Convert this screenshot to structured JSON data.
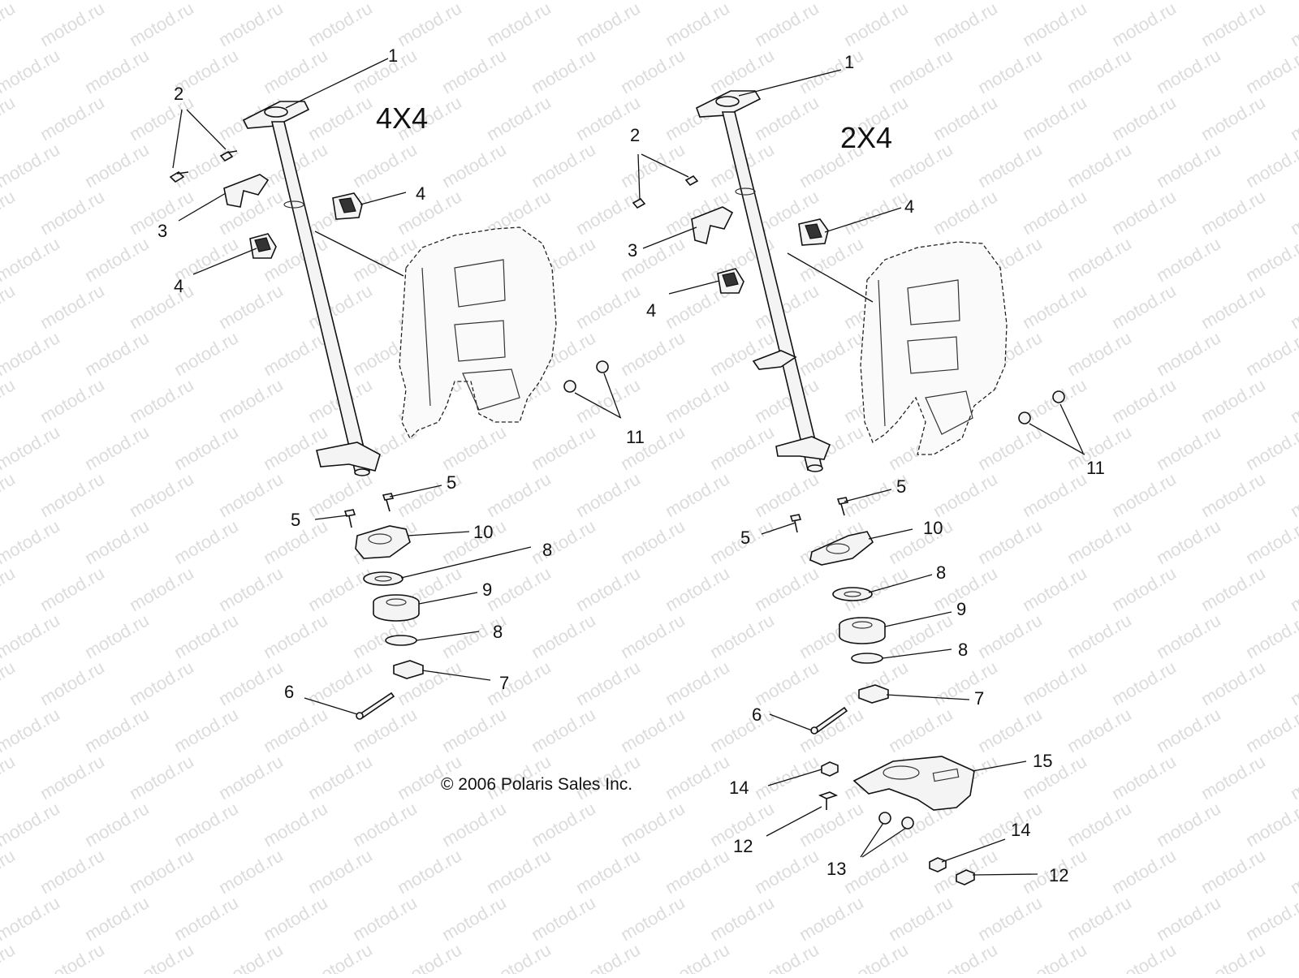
{
  "watermark": "motod.ru",
  "variants": [
    {
      "label": "4X4"
    },
    {
      "label": "2X4"
    }
  ],
  "copyright": "© 2006 Polaris Sales Inc.",
  "callouts_left": [
    "1",
    "2",
    "3",
    "4",
    "4",
    "5",
    "5",
    "10",
    "8",
    "9",
    "8",
    "7",
    "6",
    "11"
  ],
  "callouts_right": [
    "1",
    "2",
    "3",
    "4",
    "4",
    "5",
    "5",
    "10",
    "8",
    "9",
    "8",
    "7",
    "6",
    "11",
    "14",
    "12",
    "15",
    "13",
    "14",
    "12"
  ]
}
